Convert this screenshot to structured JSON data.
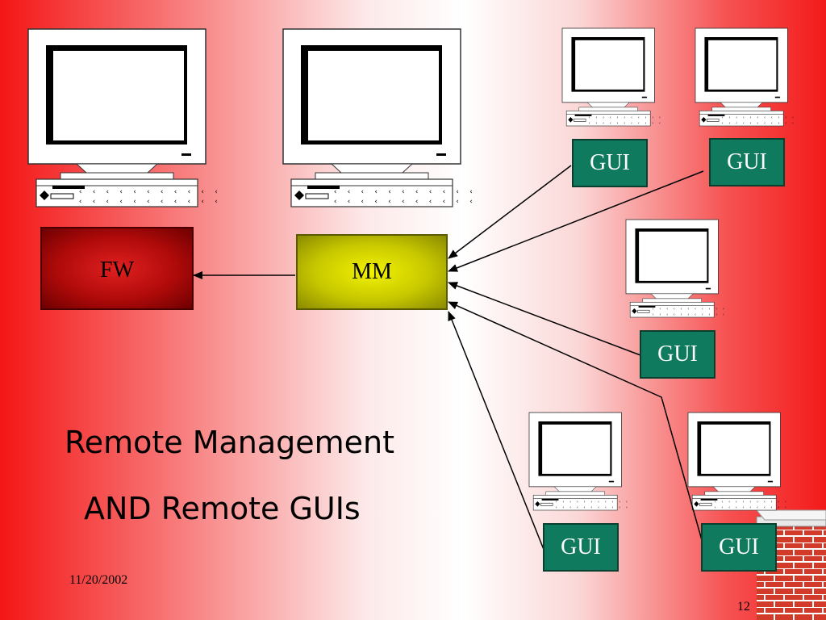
{
  "title": {
    "line1": "Remote Management",
    "line2": "AND Remote GUIs"
  },
  "nodes": {
    "fw": "FW",
    "mm": "MM",
    "gui_label": "GUI"
  },
  "footer": {
    "date": "11/20/2002",
    "page": "12"
  },
  "colors": {
    "gui": "#0f7a5e",
    "mm": "#c7c700",
    "fw": "#b00a0a",
    "brick": "#c0392b"
  }
}
